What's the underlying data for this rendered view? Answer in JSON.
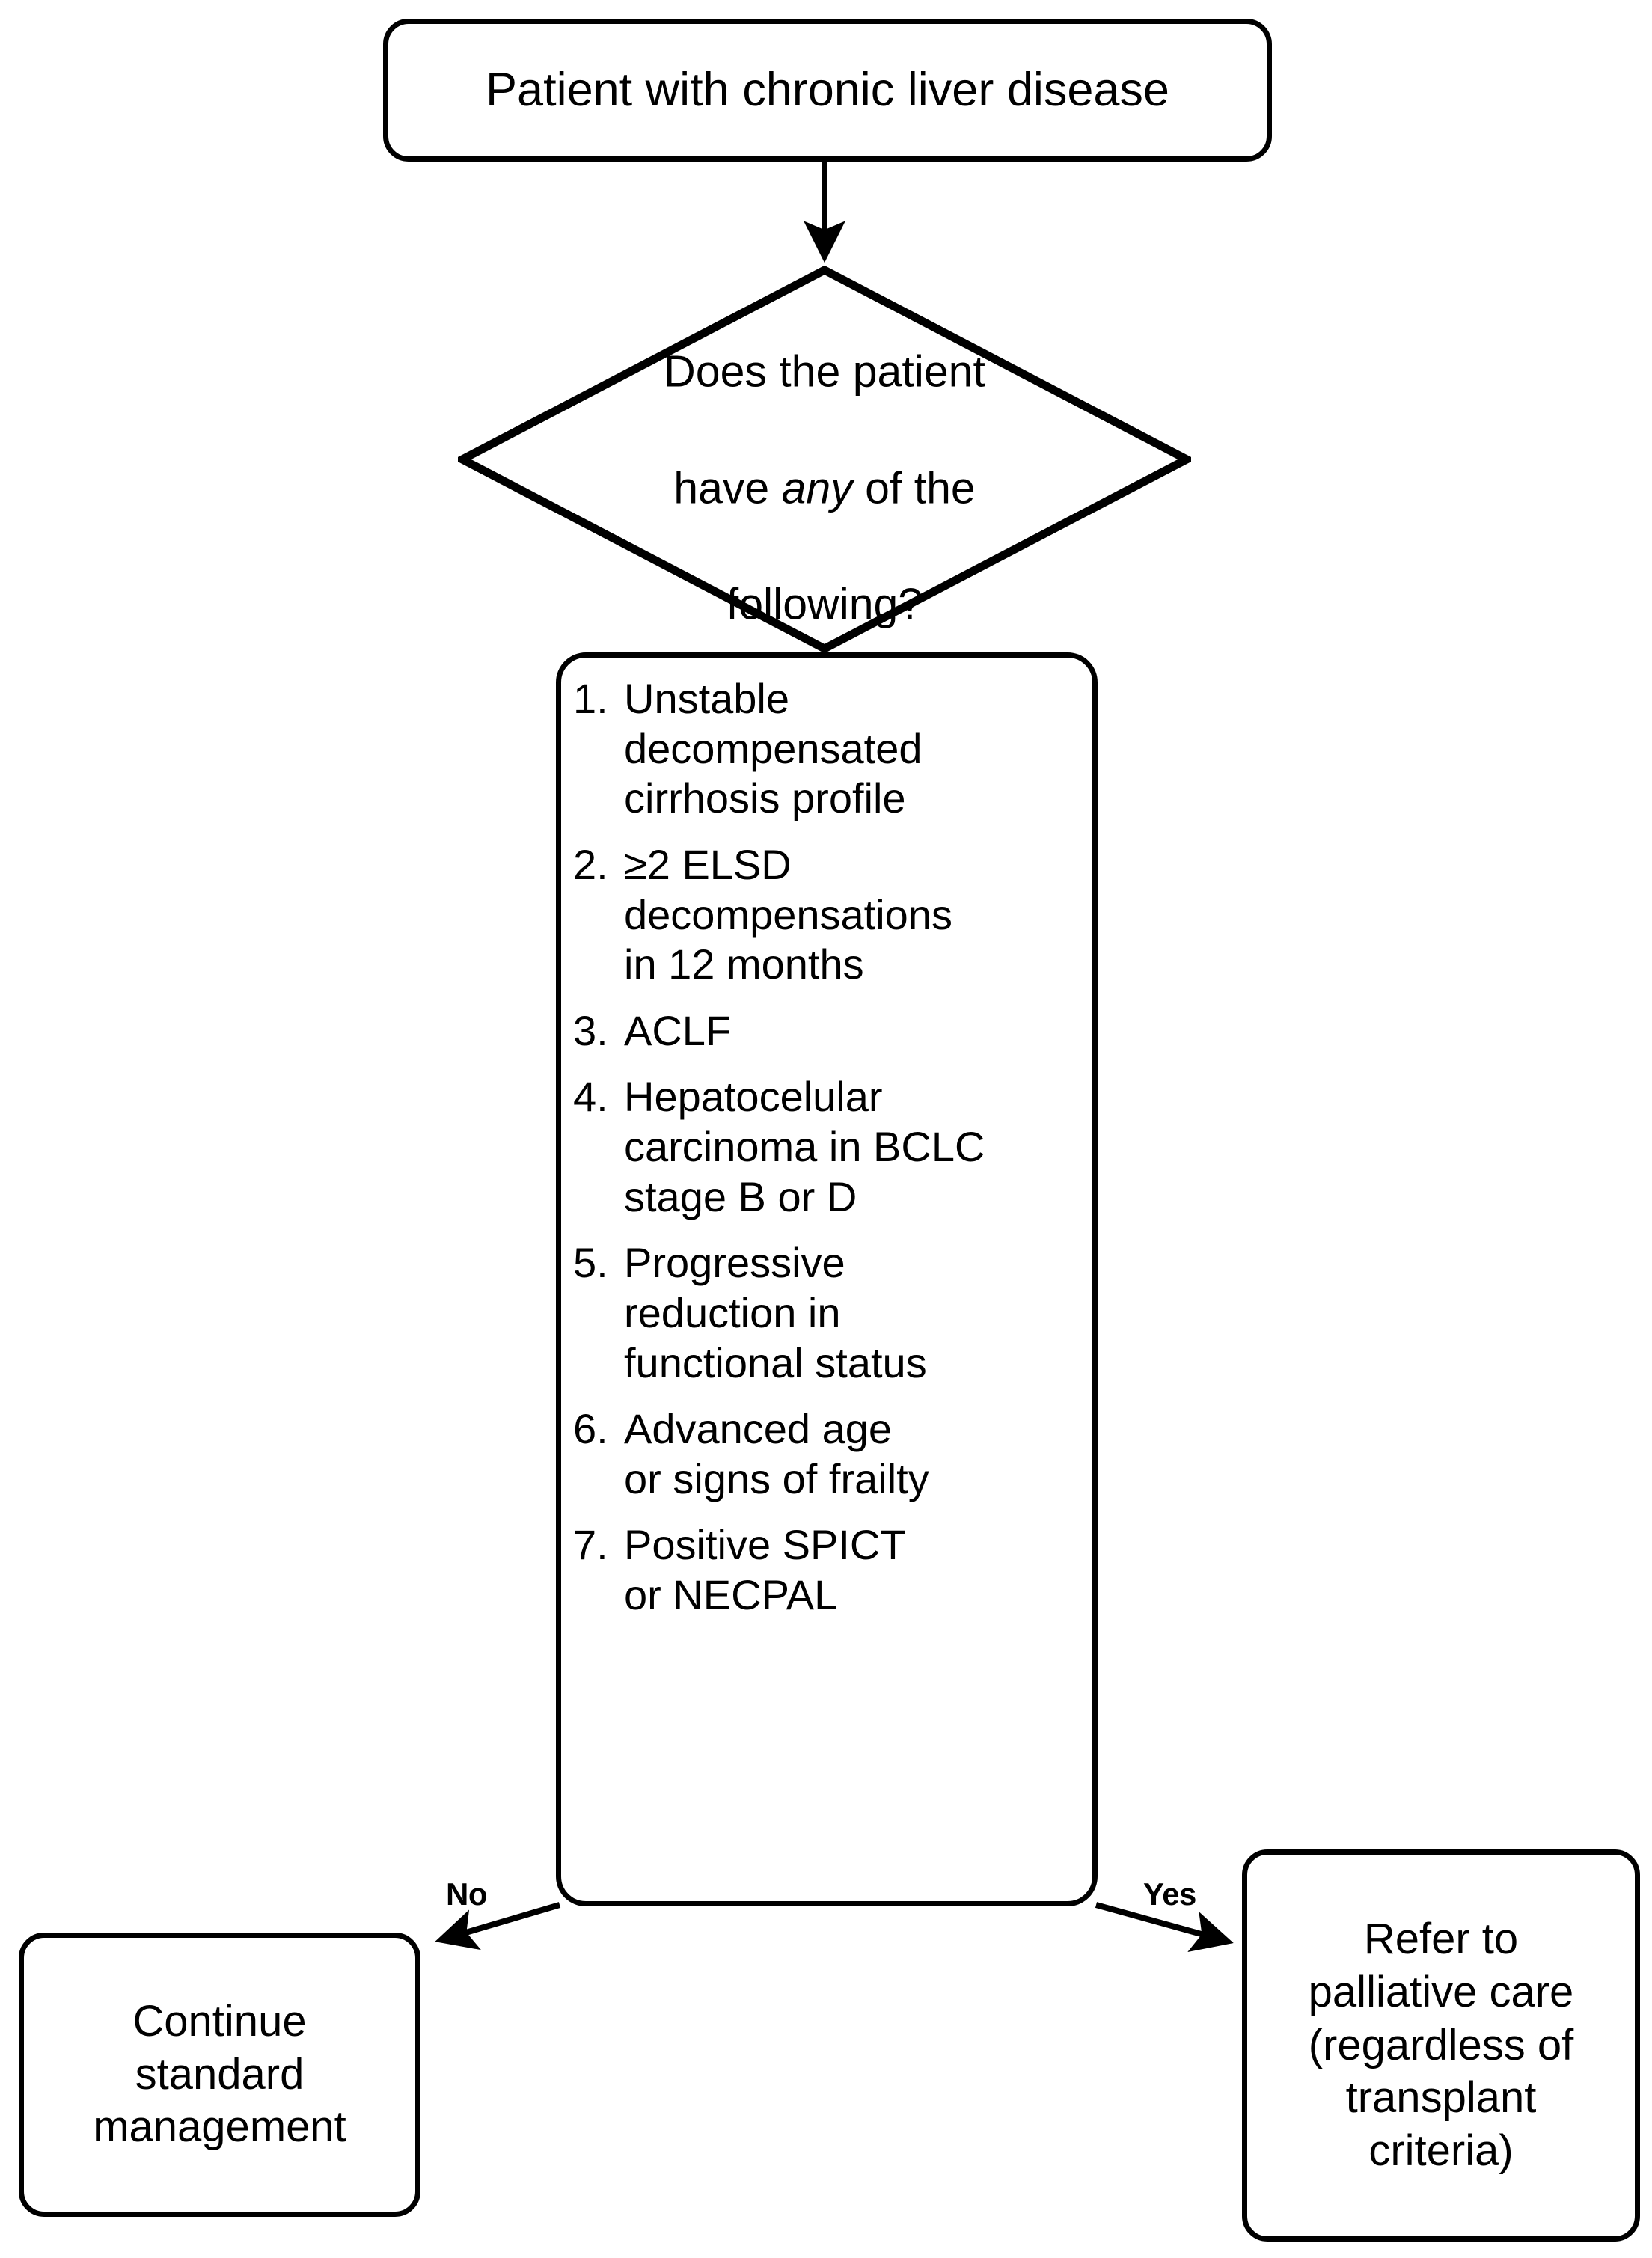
{
  "diagram": {
    "type": "clinical-decision-flowchart",
    "start": {
      "label": "Patient with chronic liver disease"
    },
    "decision": {
      "line1": "Does the patient",
      "line2_before": "have ",
      "line2_italic": "any",
      "line2_after": " of the",
      "line3": "following?",
      "full_text": "Does the patient have any of the following?"
    },
    "criteria": {
      "items": [
        {
          "number": "1.",
          "text": "Unstable\ndecompensated\ncirrhosis profile"
        },
        {
          "number": "2.",
          "text": "≥2 ELSD\ndecompensations\nin 12 months"
        },
        {
          "number": "3.",
          "text": "ACLF"
        },
        {
          "number": "4.",
          "text": "Hepatocelular\ncarcinoma in BCLC\nstage B or D"
        },
        {
          "number": "5.",
          "text": "Progressive\nreduction in\nfunctional status"
        },
        {
          "number": "6.",
          "text": "Advanced age\nor signs of frailty"
        },
        {
          "number": "7.",
          "text": "Positive SPICT\nor NECPAL"
        }
      ]
    },
    "edges": {
      "no_label": "No",
      "yes_label": "Yes"
    },
    "outcome_no": {
      "label": "Continue\nstandard\nmanagement"
    },
    "outcome_yes": {
      "label": "Refer to\npalliative care\n(regardless of\ntransplant\ncriteria)"
    },
    "colors": {
      "stroke": "#000000",
      "background": "#ffffff",
      "text": "#000000"
    }
  }
}
